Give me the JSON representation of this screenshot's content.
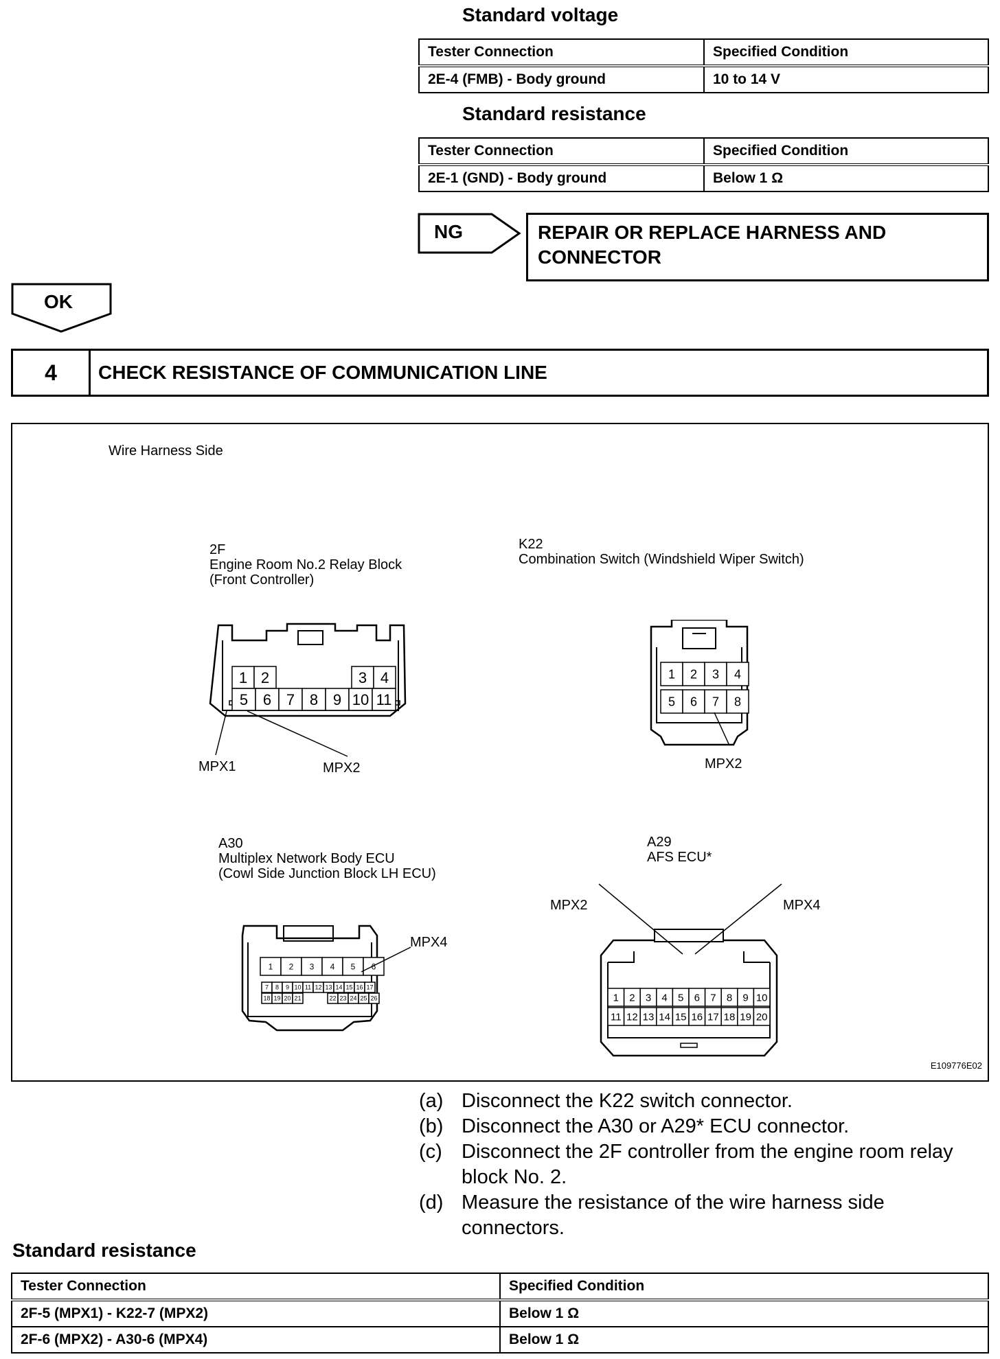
{
  "top": {
    "voltage_title": "Standard voltage",
    "voltage_table": {
      "headers": [
        "Tester Connection",
        "Specified Condition"
      ],
      "rows": [
        [
          "2E-4 (FMB) - Body ground",
          "10 to 14 V"
        ]
      ]
    },
    "resistance_title": "Standard resistance",
    "resistance_table": {
      "headers": [
        "Tester Connection",
        "Specified Condition"
      ],
      "rows": [
        [
          "2E-1 (GND) - Body ground",
          "Below 1 Ω"
        ]
      ]
    }
  },
  "ng": {
    "label": "NG",
    "action": "REPAIR OR REPLACE HARNESS AND CONNECTOR"
  },
  "ok": {
    "label": "OK"
  },
  "step": {
    "number": "4",
    "title": "CHECK RESISTANCE OF COMMUNICATION LINE"
  },
  "diagram": {
    "side_label": "Wire Harness Side",
    "code": "E109776E02",
    "connectors": {
      "c2f": {
        "id": "2F",
        "name": "Engine Room No.2 Relay Block",
        "sub": "(Front Controller)",
        "row1": [
          "1",
          "2",
          "3",
          "4"
        ],
        "row2": [
          "5",
          "6",
          "7",
          "8",
          "9",
          "10",
          "11"
        ],
        "callout1": "MPX1",
        "callout2": "MPX2"
      },
      "k22": {
        "id": "K22",
        "name": "Combination Switch (Windshield Wiper Switch)",
        "row1": [
          "1",
          "2",
          "3",
          "4"
        ],
        "row2": [
          "5",
          "6",
          "7",
          "8"
        ],
        "callout": "MPX2"
      },
      "a30": {
        "id": "A30",
        "name": "Multiplex Network Body ECU",
        "sub": "(Cowl Side Junction Block LH ECU)",
        "row1": [
          "1",
          "2",
          "3",
          "4",
          "5",
          "6"
        ],
        "row2": [
          "7",
          "8",
          "9",
          "10",
          "11",
          "12",
          "13",
          "14",
          "15",
          "16",
          "17"
        ],
        "row3": [
          "18",
          "19",
          "20",
          "21",
          "22",
          "23",
          "24",
          "25",
          "26"
        ],
        "callout": "MPX4"
      },
      "a29": {
        "id": "A29",
        "name": "AFS ECU*",
        "row1": [
          "1",
          "2",
          "3",
          "4",
          "5",
          "6",
          "7",
          "8",
          "9",
          "10"
        ],
        "row2": [
          "11",
          "12",
          "13",
          "14",
          "15",
          "16",
          "17",
          "18",
          "19",
          "20"
        ],
        "callout1": "MPX2",
        "callout2": "MPX4"
      }
    }
  },
  "instructions": [
    {
      "label": "(a)",
      "text": "Disconnect the K22 switch connector."
    },
    {
      "label": "(b)",
      "text": "Disconnect the A30 or A29* ECU connector."
    },
    {
      "label": "(c)",
      "text": "Disconnect the 2F controller from the engine room relay block No. 2."
    },
    {
      "label": "(d)",
      "text": "Measure the resistance of the wire harness side connectors."
    }
  ],
  "bottom": {
    "title": "Standard resistance",
    "table": {
      "headers": [
        "Tester Connection",
        "Specified Condition"
      ],
      "rows": [
        [
          "2F-5 (MPX1) - K22-7 (MPX2)",
          "Below 1 Ω"
        ],
        [
          "2F-6 (MPX2) - A30-6 (MPX4)",
          "Below 1 Ω"
        ]
      ]
    }
  }
}
